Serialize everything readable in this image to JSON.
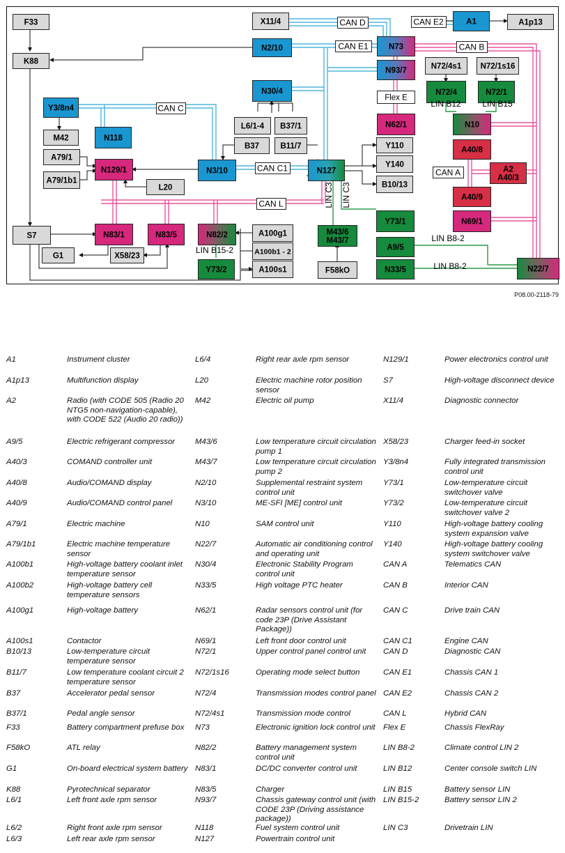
{
  "figure_id": "P08.00-2118-79",
  "colors": {
    "grey": "#d9d9d9",
    "blue": "#1a97d1",
    "green": "#168a3d",
    "magenta": "#d6287c",
    "red": "#d62f46",
    "teal": "#2aa3b3",
    "wire_blue": "#4fb5db",
    "wire_pink": "#e8559a",
    "wire_green": "#2a9a4a"
  },
  "components": [
    {
      "id": "F33",
      "label": "F33",
      "color": "grey"
    },
    {
      "id": "K88",
      "label": "K88",
      "color": "grey"
    },
    {
      "id": "X11_4",
      "label": "X11/4",
      "color": "grey"
    },
    {
      "id": "A1p13",
      "label": "A1p13",
      "color": "grey"
    },
    {
      "id": "N2_10",
      "label": "N2/10",
      "color": "blue"
    },
    {
      "id": "A1",
      "label": "A1",
      "color": "blue"
    },
    {
      "id": "N73",
      "label": "N73",
      "color": "blue-magenta"
    },
    {
      "id": "N93_7",
      "label": "N93/7",
      "color": "blue-magenta"
    },
    {
      "id": "N72_4s1",
      "label": "N72/4s1",
      "color": "grey"
    },
    {
      "id": "N72_1s16",
      "label": "N72/1s16",
      "color": "grey"
    },
    {
      "id": "N72_4",
      "label": "N72/4",
      "color": "green"
    },
    {
      "id": "N72_1",
      "label": "N72/1",
      "color": "green"
    },
    {
      "id": "N30_4",
      "label": "N30/4",
      "color": "blue"
    },
    {
      "id": "Flex_E_box",
      "label": "Flex E",
      "color": "white"
    },
    {
      "id": "N62_1",
      "label": "N62/1",
      "color": "magenta"
    },
    {
      "id": "N10",
      "label": "N10",
      "color": "green-magenta"
    },
    {
      "id": "Y3_8n4",
      "label": "Y3/8n4",
      "color": "blue"
    },
    {
      "id": "M42",
      "label": "M42",
      "color": "grey"
    },
    {
      "id": "N118",
      "label": "N118",
      "color": "blue"
    },
    {
      "id": "L6_1_4",
      "label": "L6/1-4",
      "color": "grey"
    },
    {
      "id": "B37_1",
      "label": "B37/1",
      "color": "grey"
    },
    {
      "id": "B37",
      "label": "B37",
      "color": "grey"
    },
    {
      "id": "B11_7",
      "label": "B11/7",
      "color": "grey"
    },
    {
      "id": "Y110",
      "label": "Y110",
      "color": "grey"
    },
    {
      "id": "A40_8",
      "label": "A40/8",
      "color": "red"
    },
    {
      "id": "A79_1",
      "label": "A79/1",
      "color": "grey"
    },
    {
      "id": "N129_1",
      "label": "N129/1",
      "color": "magenta"
    },
    {
      "id": "N3_10",
      "label": "N3/10",
      "color": "blue"
    },
    {
      "id": "N127",
      "label": "N127",
      "color": "blue-teal"
    },
    {
      "id": "Y140",
      "label": "Y140",
      "color": "grey"
    },
    {
      "id": "A2",
      "label": "A2\nA40/3",
      "color": "red"
    },
    {
      "id": "A79_1b1",
      "label": "A79/1b1",
      "color": "grey"
    },
    {
      "id": "L20",
      "label": "L20",
      "color": "grey"
    },
    {
      "id": "B10_13",
      "label": "B10/13",
      "color": "grey"
    },
    {
      "id": "A40_9",
      "label": "A40/9",
      "color": "red"
    },
    {
      "id": "Y73_1",
      "label": "Y73/1",
      "color": "green"
    },
    {
      "id": "S7",
      "label": "S7",
      "color": "grey"
    },
    {
      "id": "N83_1",
      "label": "N83/1",
      "color": "magenta"
    },
    {
      "id": "N83_5",
      "label": "N83/5",
      "color": "magenta"
    },
    {
      "id": "N82_2",
      "label": "N82/2",
      "color": "magenta-green"
    },
    {
      "id": "A100g1",
      "label": "A100g1",
      "color": "grey"
    },
    {
      "id": "M43_6",
      "label": "M43/6\nM43/7",
      "color": "green"
    },
    {
      "id": "N69_1",
      "label": "N69/1",
      "color": "magenta"
    },
    {
      "id": "A100b1",
      "label": "A100b1 - 2",
      "color": "grey"
    },
    {
      "id": "A9_5",
      "label": "A9/5",
      "color": "green"
    },
    {
      "id": "G1",
      "label": "G1",
      "color": "grey"
    },
    {
      "id": "X58_23",
      "label": "X58/23",
      "color": "grey"
    },
    {
      "id": "Y73_2",
      "label": "Y73/2",
      "color": "green"
    },
    {
      "id": "A100s1",
      "label": "A100s1",
      "color": "grey"
    },
    {
      "id": "F58kO",
      "label": "F58kO",
      "color": "grey"
    },
    {
      "id": "N33_5",
      "label": "N33/5",
      "color": "green"
    },
    {
      "id": "N22_7",
      "label": "N22/7",
      "color": "green-magenta"
    }
  ],
  "bus_labels": [
    {
      "id": "CAN_D",
      "label": "CAN D",
      "boxed": true
    },
    {
      "id": "CAN_E2",
      "label": "CAN E2",
      "boxed": true
    },
    {
      "id": "CAN_E1",
      "label": "CAN E1",
      "boxed": true
    },
    {
      "id": "CAN_B",
      "label": "CAN B",
      "boxed": true
    },
    {
      "id": "CAN_C",
      "label": "CAN C",
      "boxed": true
    },
    {
      "id": "CAN_C1",
      "label": "CAN C1",
      "boxed": true
    },
    {
      "id": "CAN_A",
      "label": "CAN A",
      "boxed": true
    },
    {
      "id": "CAN_L",
      "label": "CAN L",
      "boxed": true
    },
    {
      "id": "LIN_B12",
      "label": "LIN B12",
      "boxed": false
    },
    {
      "id": "LIN_B15",
      "label": "LIN B15",
      "boxed": false
    },
    {
      "id": "LIN_C3_a",
      "label": "LIN C3",
      "boxed": false
    },
    {
      "id": "LIN_C3_b",
      "label": "LIN C3",
      "boxed": false
    },
    {
      "id": "LIN_B15_2",
      "label": "LIN B15-2",
      "boxed": false
    },
    {
      "id": "LIN_B8_2_a",
      "label": "LIN B8-2",
      "boxed": false
    },
    {
      "id": "LIN_B8_2_b",
      "label": "LIN B8-2",
      "boxed": false
    }
  ],
  "legend": [
    [
      {
        "code": "A1",
        "desc": "Instrument cluster"
      },
      {
        "code": "L6/4",
        "desc": "Right rear axle rpm sensor"
      },
      {
        "code": "N129/1",
        "desc": "Power electronics control unit"
      }
    ],
    [
      {
        "code": "A1p13",
        "desc": "Multifunction display"
      },
      {
        "code": "L20",
        "desc": "Electric machine rotor position sensor"
      },
      {
        "code": "S7",
        "desc": "High-voltage disconnect device"
      }
    ],
    [
      {
        "code": "A2",
        "desc": "Radio (with CODE 505 (Radio 20 NTG5 non-navigation-capable), with CODE 522 (Audio 20 radio))"
      },
      {
        "code": "M42",
        "desc": "Electric oil pump"
      },
      {
        "code": "X11/4",
        "desc": "Diagnostic connector"
      }
    ],
    [
      {
        "code": "A9/5",
        "desc": "Electric refrigerant compressor"
      },
      {
        "code": "M43/6",
        "desc": "Low temperature circuit circulation pump 1"
      },
      {
        "code": "X58/23",
        "desc": "Charger feed-in socket"
      }
    ],
    [
      {
        "code": "A40/3",
        "desc": "COMAND controller unit"
      },
      {
        "code": "M43/7",
        "desc": "Low temperature circuit circulation pump 2"
      },
      {
        "code": "Y3/8n4",
        "desc": "Fully integrated transmission control unit"
      }
    ],
    [
      {
        "code": "A40/8",
        "desc": "Audio/COMAND display"
      },
      {
        "code": "N2/10",
        "desc": "Supplemental restraint system control unit"
      },
      {
        "code": "Y73/1",
        "desc": "Low-temperature circuit switchover valve"
      }
    ],
    [
      {
        "code": "A40/9",
        "desc": "Audio/COMAND control panel"
      },
      {
        "code": "N3/10",
        "desc": "ME-SFI [ME] control unit"
      },
      {
        "code": "Y73/2",
        "desc": "Low-temperature circuit switchover valve 2"
      }
    ],
    [
      {
        "code": "A79/1",
        "desc": "Electric machine"
      },
      {
        "code": "N10",
        "desc": "SAM control unit"
      },
      {
        "code": "Y110",
        "desc": "High-voltage battery cooling system expansion valve"
      }
    ],
    [
      {
        "code": "A79/1b1",
        "desc": "Electric machine temperature sensor"
      },
      {
        "code": "N22/7",
        "desc": "Automatic air conditioning control and operating unit"
      },
      {
        "code": "Y140",
        "desc": "High-voltage battery cooling system switchover valve"
      }
    ],
    [
      {
        "code": "A100b1",
        "desc": "High-voltage battery coolant inlet temperature sensor"
      },
      {
        "code": "N30/4",
        "desc": "Electronic Stability Program control unit"
      },
      {
        "code": "CAN A",
        "desc": "Telematics CAN"
      }
    ],
    [
      {
        "code": "A100b2",
        "desc": "High-voltage battery cell temperature sensors"
      },
      {
        "code": "N33/5",
        "desc": "High voltage PTC heater"
      },
      {
        "code": "CAN B",
        "desc": "Interior CAN"
      }
    ],
    [
      {
        "code": "A100g1",
        "desc": "High-voltage battery"
      },
      {
        "code": "N62/1",
        "desc": "Radar sensors control unit (for code 23P (Drive Assistant Package))"
      },
      {
        "code": "CAN C",
        "desc": "Drive train CAN"
      }
    ],
    [
      {
        "code": "A100s1",
        "desc": "Contactor"
      },
      {
        "code": "N69/1",
        "desc": "Left front door control unit"
      },
      {
        "code": "CAN C1",
        "desc": "Engine CAN"
      }
    ],
    [
      {
        "code": "B10/13",
        "desc": "Low-temperature circuit temperature sensor"
      },
      {
        "code": "N72/1",
        "desc": "Upper control panel control unit"
      },
      {
        "code": "CAN D",
        "desc": "Diagnostic CAN"
      }
    ],
    [
      {
        "code": "B11/7",
        "desc": "Low temperature coolant circuit 2 temperature sensor"
      },
      {
        "code": "N72/1s16",
        "desc": "Operating mode select button"
      },
      {
        "code": "CAN E1",
        "desc": "Chassis CAN 1"
      }
    ],
    [
      {
        "code": "B37",
        "desc": "Accelerator pedal sensor"
      },
      {
        "code": "N72/4",
        "desc": "Transmission modes control panel"
      },
      {
        "code": "CAN E2",
        "desc": "Chassis CAN 2"
      }
    ],
    [
      {
        "code": "B37/1",
        "desc": "Pedal angle sensor"
      },
      {
        "code": "N72/4s1",
        "desc": "Transmission mode control"
      },
      {
        "code": "CAN L",
        "desc": "Hybrid CAN"
      }
    ],
    [
      {
        "code": "F33",
        "desc": "Battery compartment prefuse box"
      },
      {
        "code": "N73",
        "desc": "Electronic ignition lock control unit"
      },
      {
        "code": "Flex E",
        "desc": "Chassis FlexRay"
      }
    ],
    [
      {
        "code": "F58kO",
        "desc": "ATL relay"
      },
      {
        "code": "N82/2",
        "desc": "Battery management system control unit"
      },
      {
        "code": "LIN B8-2",
        "desc": "Climate control LIN 2"
      }
    ],
    [
      {
        "code": "G1",
        "desc": "On-board electrical system battery"
      },
      {
        "code": "N83/1",
        "desc": "DC/DC converter control unit"
      },
      {
        "code": "LIN B12",
        "desc": "Center console switch LIN"
      }
    ],
    [
      {
        "code": "K88",
        "desc": "Pyrotechnical separator"
      },
      {
        "code": "N83/5",
        "desc": "Charger"
      },
      {
        "code": "LIN B15",
        "desc": "Battery sensor LIN"
      }
    ],
    [
      {
        "code": "L6/1",
        "desc": "Left front axle rpm sensor"
      },
      {
        "code": "N93/7",
        "desc": "Chassis gateway control unit (with CODE 23P (Driving assistance package))"
      },
      {
        "code": "LIN B15-2",
        "desc": "Battery sensor LIN 2"
      }
    ],
    [
      {
        "code": "L6/2",
        "desc": "Right front axle rpm sensor"
      },
      {
        "code": "N118",
        "desc": "Fuel system control unit"
      },
      {
        "code": "LIN C3",
        "desc": "Drivetrain LIN"
      }
    ],
    [
      {
        "code": "L6/3",
        "desc": "Left rear axle rpm sensor"
      },
      {
        "code": "N127",
        "desc": "Powertrain control unit"
      },
      {
        "code": "",
        "desc": ""
      }
    ]
  ]
}
